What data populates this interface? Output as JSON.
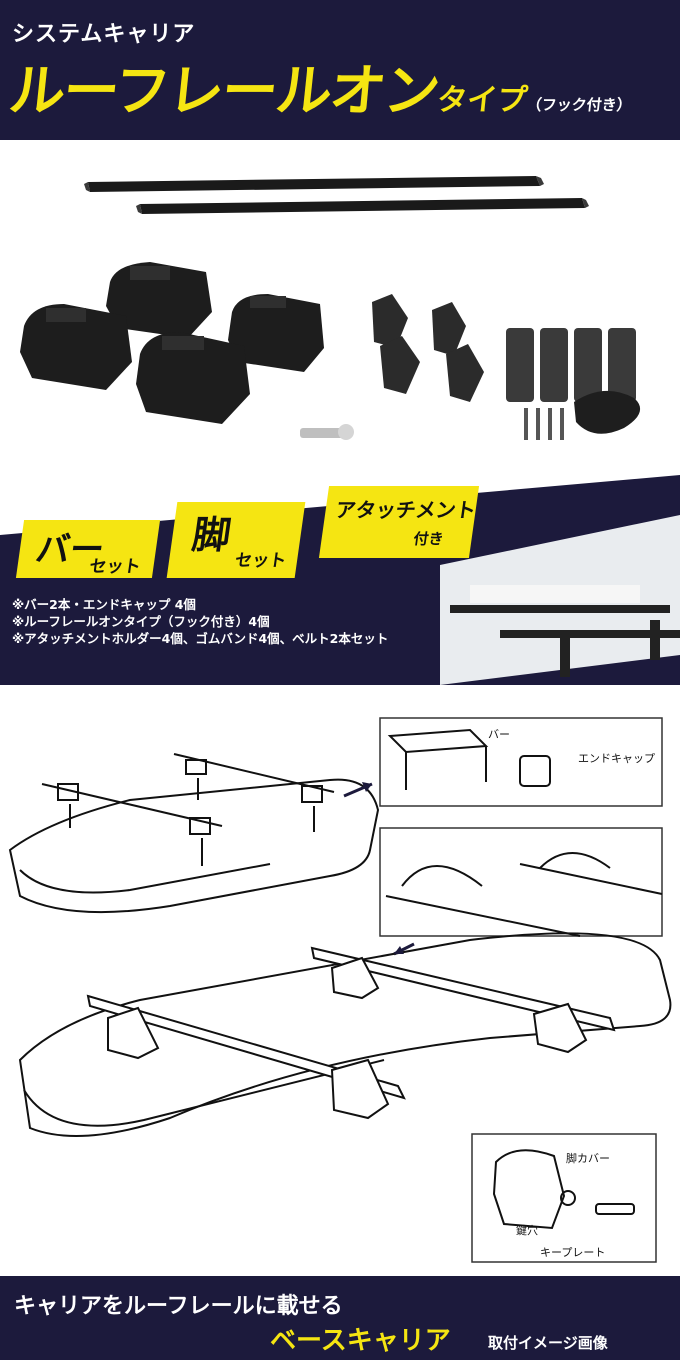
{
  "header": {
    "kicker": "システムキャリア",
    "title_main": "ルーフレールオン",
    "title_suffix": "タイプ",
    "title_note": "（フック付き）"
  },
  "badges": [
    {
      "big": "バー",
      "small": "セット"
    },
    {
      "big": "脚",
      "small": "セット"
    },
    {
      "big": "アタッチメント",
      "small": "付き"
    }
  ],
  "notes": [
    "※バー2本・エンドキャップ 4個",
    "※ルーフレールオンタイプ（フック付き）4個",
    "※アタッチメントホルダー4個、ゴムバンド4個、ベルト2本セット"
  ],
  "diagram": {
    "bar_label": "バー",
    "endcap_label": "エンドキャップ",
    "foot_cover_label": "脚カバー",
    "keyhole_label": "鍵穴",
    "key_plate_label": "キープレート"
  },
  "footer": {
    "line1": "キャリアをルーフレールに載せる",
    "line2": "ベースキャリア",
    "line3": "取付イメージ画像"
  },
  "colors": {
    "navy": "#1c1a3c",
    "yellow": "#f5e512",
    "product_black": "#1a1a1a"
  }
}
